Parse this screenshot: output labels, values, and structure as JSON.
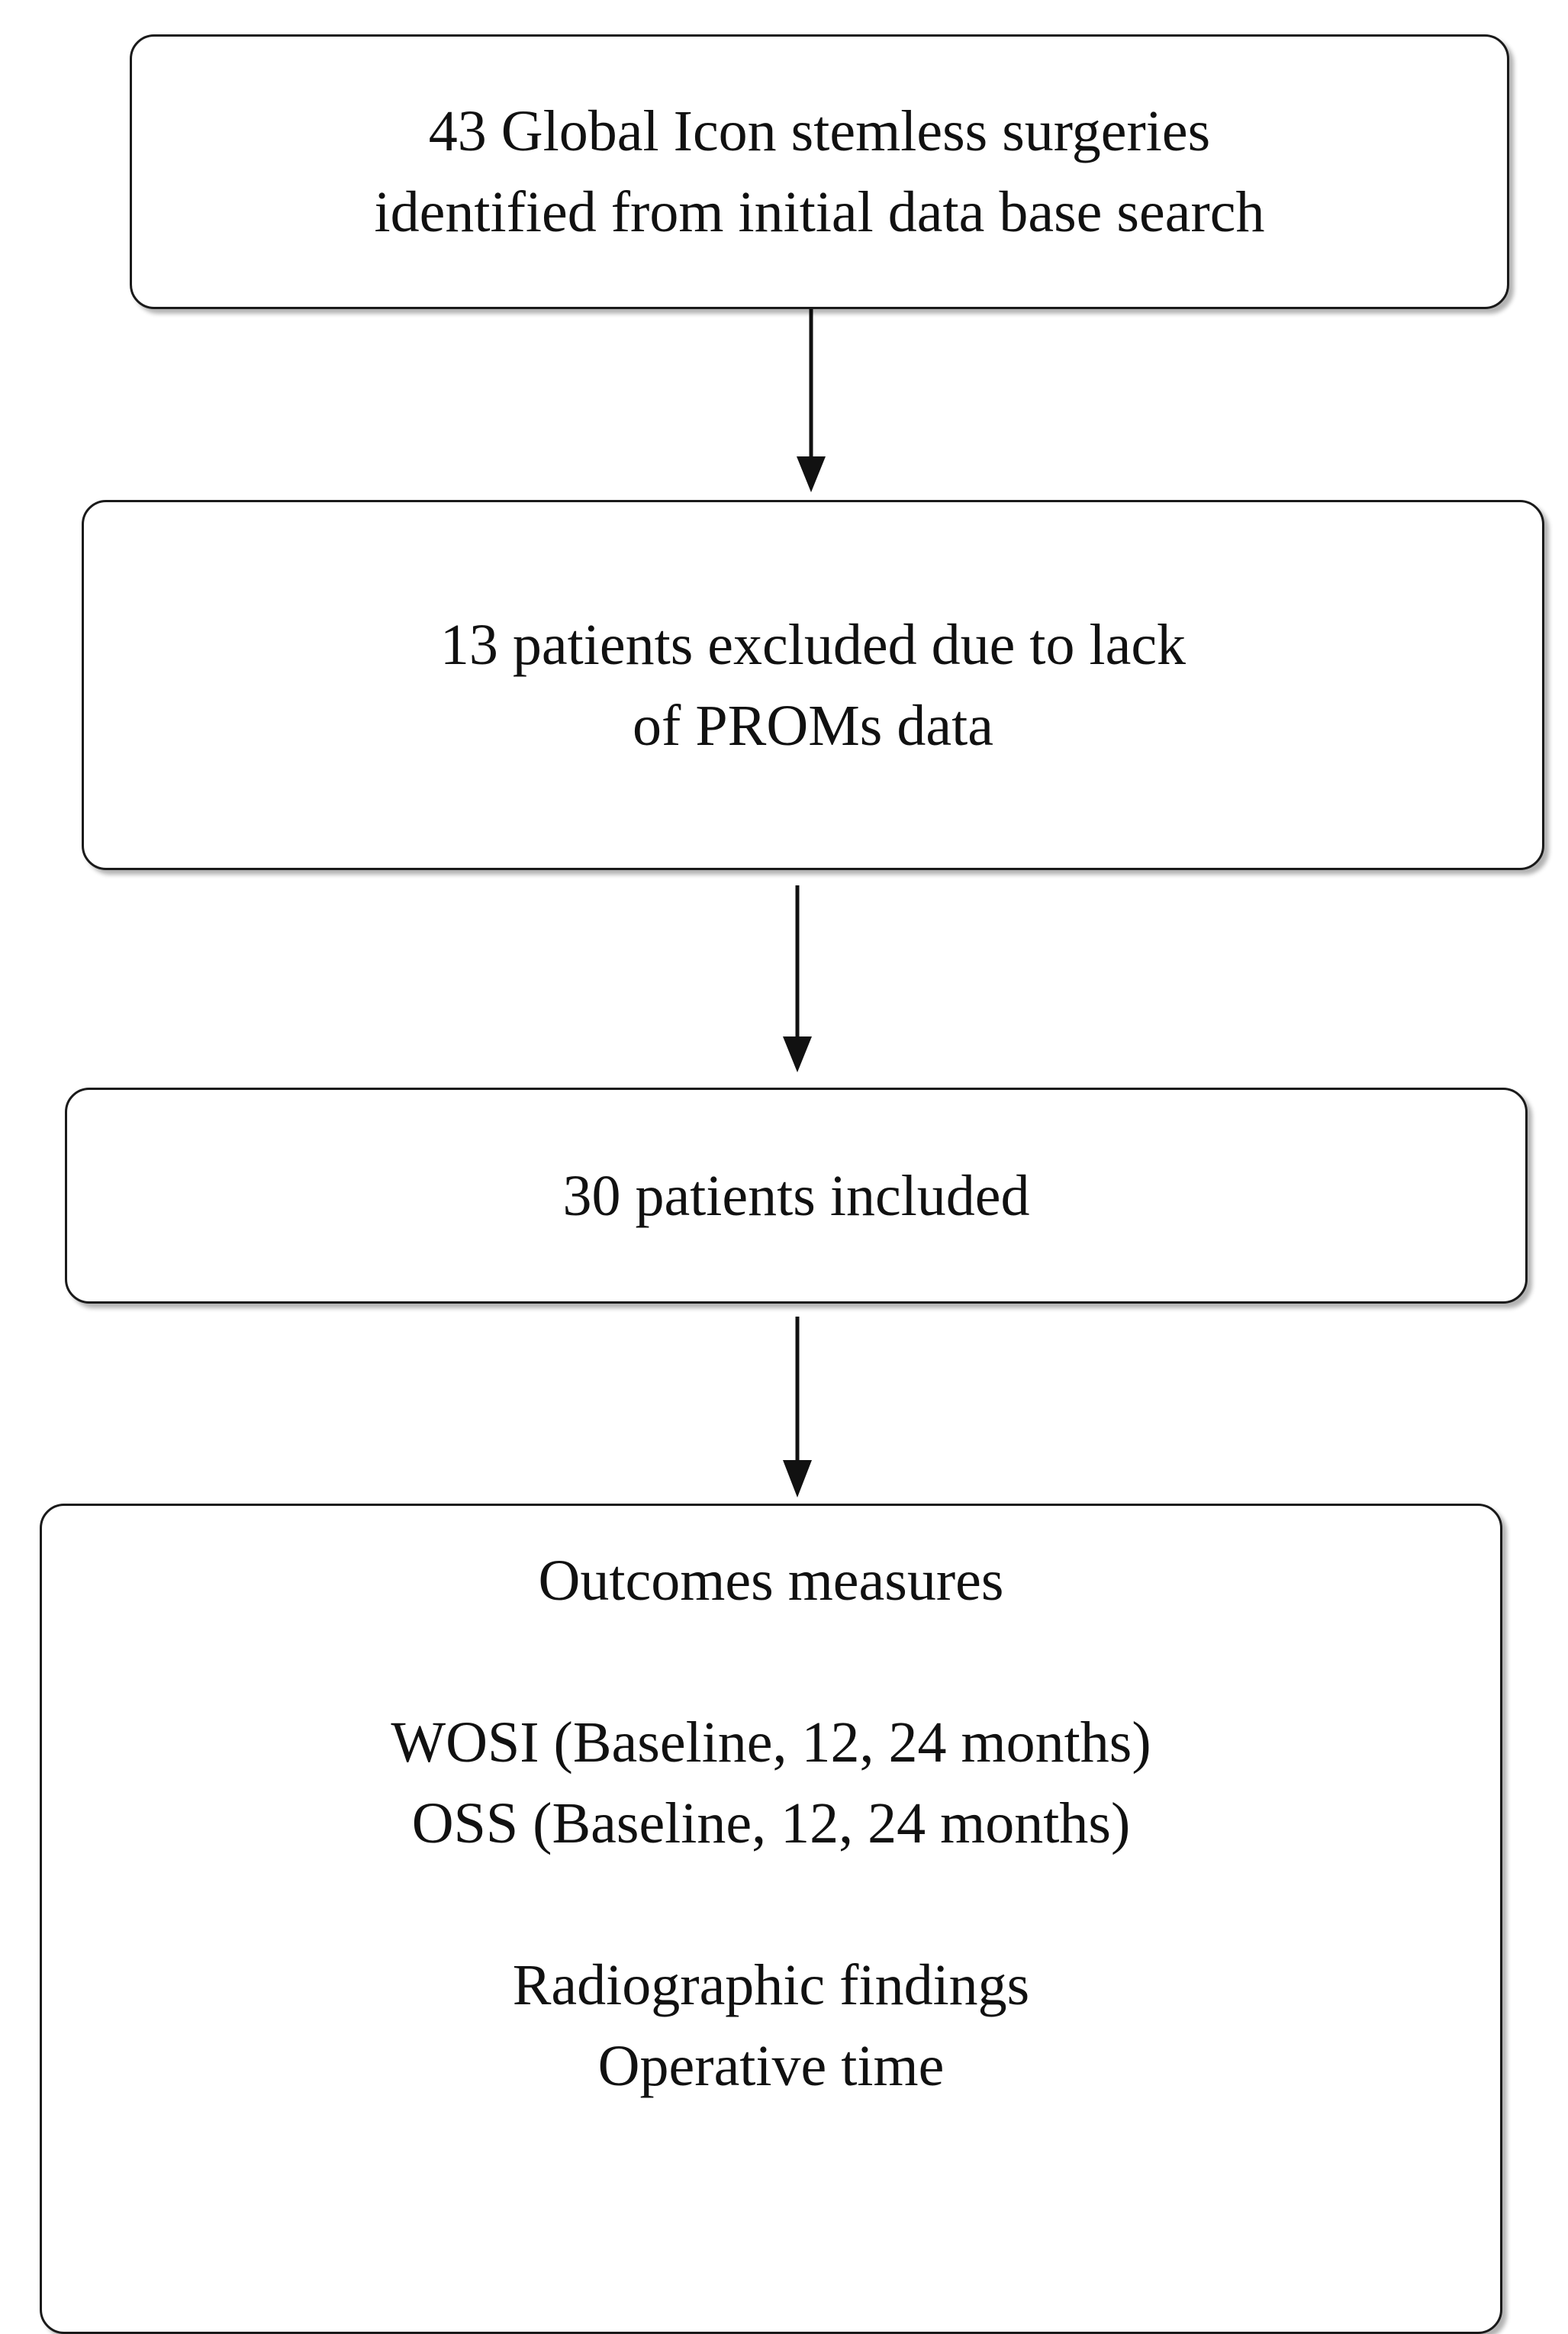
{
  "flowchart": {
    "step1": {
      "lines": [
        "43 Global Icon stemless surgeries",
        "identified from initial data base search"
      ]
    },
    "step2": {
      "lines": [
        "13 patients excluded due to lack",
        "of PROMs data"
      ]
    },
    "step3": {
      "lines": [
        "30 patients included"
      ]
    },
    "step4": {
      "heading": "Outcomes measures",
      "proms": [
        "WOSI (Baseline, 12, 24 months)",
        "OSS (Baseline, 12, 24 months)"
      ],
      "other": [
        "Radiographic findings",
        "Operative time"
      ]
    }
  }
}
